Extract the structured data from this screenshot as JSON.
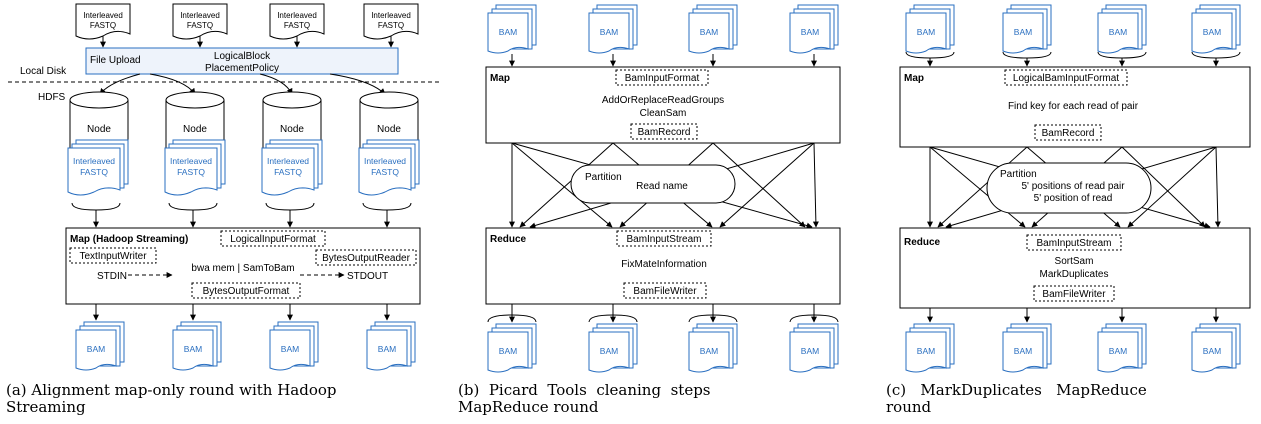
{
  "panel_a": {
    "fastq_label_line1": "Interleaved",
    "fastq_label_line2": "FASTQ",
    "file_upload": "File Upload",
    "placement_line1": "LogicalBlock",
    "placement_line2": "PlacementPolicy",
    "local_disk": "Local Disk",
    "hdfs": "HDFS",
    "node": "Node",
    "map_title": "Map (Hadoop Streaming)",
    "logical_input_format": "LogicalInputFormat",
    "text_input_writer": "TextInputWriter",
    "bytes_output_reader": "BytesOutputReader",
    "pipeline": "bwa mem | SamToBam",
    "stdin": "STDIN",
    "stdout": "STDOUT",
    "bytes_output_format": "BytesOutputFormat",
    "bam": "BAM",
    "caption_line1": "(a) Alignment map-only round with Hadoop",
    "caption_line2": "Streaming"
  },
  "panel_b": {
    "bam": "BAM",
    "map_title": "Map",
    "bam_input_format": "BamInputFormat",
    "step1": "AddOrReplaceReadGroups",
    "step2": "CleanSam",
    "bam_record": "BamRecord",
    "partition": "Partition",
    "read_name": "Read name",
    "reduce_title": "Reduce",
    "bam_input_stream": "BamInputStream",
    "fix_mate": "FixMateInformation",
    "bam_file_writer": "BamFileWriter",
    "caption_line1": "(b)  Picard  Tools  cleaning  steps",
    "caption_line2": "MapReduce round"
  },
  "panel_c": {
    "bam": "BAM",
    "map_title": "Map",
    "logical_bam_input_format": "LogicalBamInputFormat",
    "find_key": "Find key for each read of pair",
    "bam_record": "BamRecord",
    "partition": "Partition",
    "key1": "5' positions of read pair",
    "key2": "5' position of read",
    "reduce_title": "Reduce",
    "bam_input_stream": "BamInputStream",
    "sort_sam": "SortSam",
    "mark_duplicates": "MarkDuplicates",
    "bam_file_writer": "BamFileWriter",
    "caption_line1": "(c)   MarkDuplicates   MapReduce",
    "caption_line2": "round"
  }
}
